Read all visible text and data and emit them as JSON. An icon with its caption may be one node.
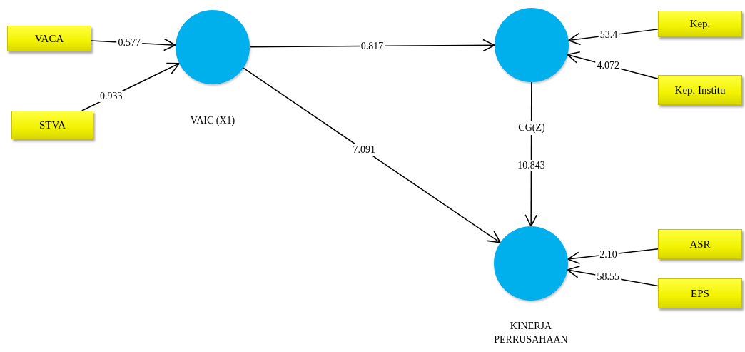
{
  "diagram": {
    "nodes": [
      {
        "text": [
          "VACA"
        ]
      },
      {
        "text": [
          "STVA"
        ]
      },
      {
        "text": [
          "VAIC (X1)"
        ]
      },
      {
        "text": [
          "CG(Z)"
        ]
      },
      {
        "text": [
          "Kep."
        ]
      },
      {
        "text": [
          "Kep. Institu"
        ]
      },
      {
        "text": [
          "KINERJA PERRUSAHAAN"
        ]
      },
      {
        "text": [
          "ASR"
        ]
      },
      {
        "text": [
          "EPS"
        ]
      }
    ],
    "edges": [
      {
        "from": 0,
        "to": 2,
        "arrow": "to",
        "label": "0.577"
      },
      {
        "from": 1,
        "to": 2,
        "arrow": "to",
        "label": "0.933"
      },
      {
        "from": 2,
        "to": 3,
        "arrow": "to",
        "label": "0.817"
      },
      {
        "from": 2,
        "to": 6,
        "arrow": "to",
        "label": "7.091"
      },
      {
        "from": 3,
        "to": 6,
        "arrow": "to",
        "label": "10.843"
      },
      {
        "from": 4,
        "to": 3,
        "arrow": "to",
        "label": "53.4"
      },
      {
        "from": 5,
        "to": 3,
        "arrow": "to",
        "label": "4.072"
      },
      {
        "from": 7,
        "to": 6,
        "arrow": "to",
        "label": "2.10"
      },
      {
        "from": 8,
        "to": 6,
        "arrow": "to",
        "label": "58.55"
      }
    ]
  }
}
